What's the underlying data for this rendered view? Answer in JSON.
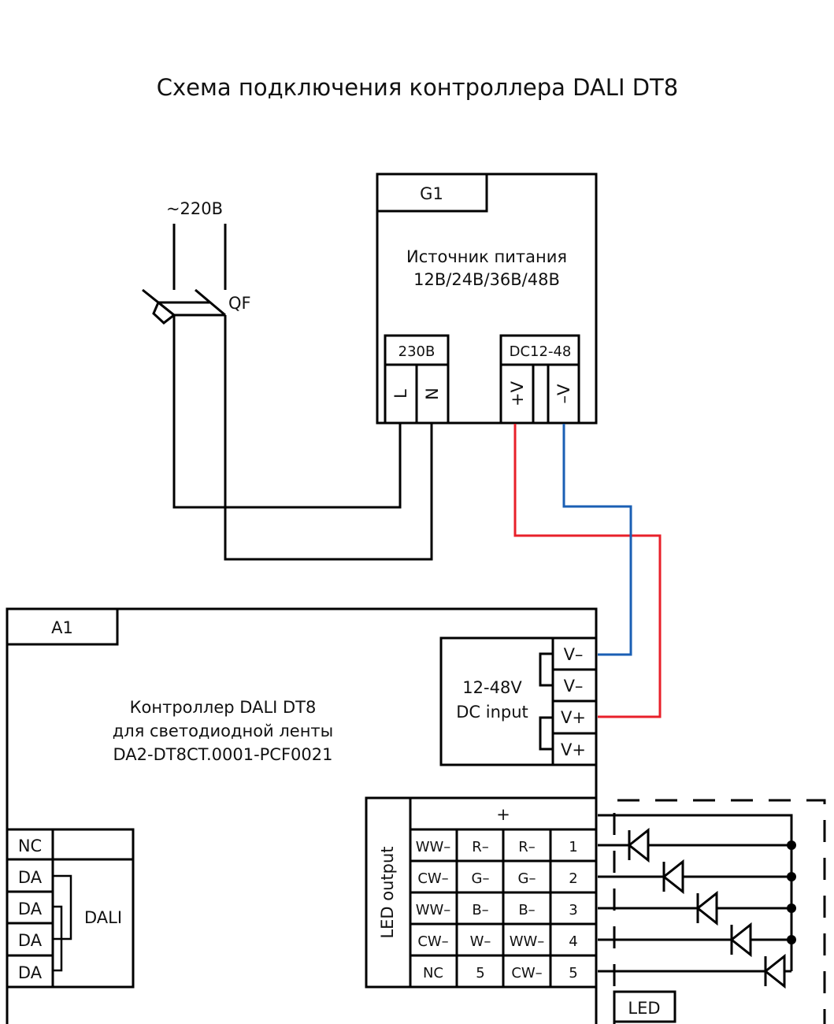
{
  "title": "Схема подключения контроллера DALI DT8",
  "mains": {
    "voltage_label": "~220В",
    "breaker_label": "QF"
  },
  "power_supply": {
    "designator": "G1",
    "description_line1": "Источник питания",
    "description_line2": "12В/24В/36В/48В",
    "ac_block_label": "230В",
    "ac_terminals": [
      "L",
      "N"
    ],
    "dc_block_label": "DC12-48",
    "dc_terminals": [
      "+V",
      "–V"
    ]
  },
  "controller": {
    "designator": "A1",
    "description_line1": "Контроллер DALI DT8",
    "description_line2": "для светодиодной ленты",
    "description_line3": "DA2-DT8CT.0001-PCF0021",
    "dc_input": {
      "label_line1": "12-48V",
      "label_line2": "DC input",
      "terminals": [
        "V–",
        "V–",
        "V+",
        "V+"
      ]
    },
    "dali": {
      "label": "DALI",
      "terminals": [
        "NC",
        "DA",
        "DA",
        "DA",
        "DA"
      ]
    },
    "led_output": {
      "label": "LED output",
      "common_label": "+",
      "rows": [
        [
          "WW–",
          "R–",
          "R–",
          "1"
        ],
        [
          "CW–",
          "G–",
          "G–",
          "2"
        ],
        [
          "WW–",
          "B–",
          "B–",
          "3"
        ],
        [
          "CW–",
          "W–",
          "WW–",
          "4"
        ],
        [
          "NC",
          "5",
          "CW–",
          "5"
        ]
      ]
    }
  },
  "led_load": {
    "label": "LED",
    "channels": 5
  },
  "wire_colors": {
    "positive": "#e8202a",
    "negative": "#1a5fb4"
  }
}
